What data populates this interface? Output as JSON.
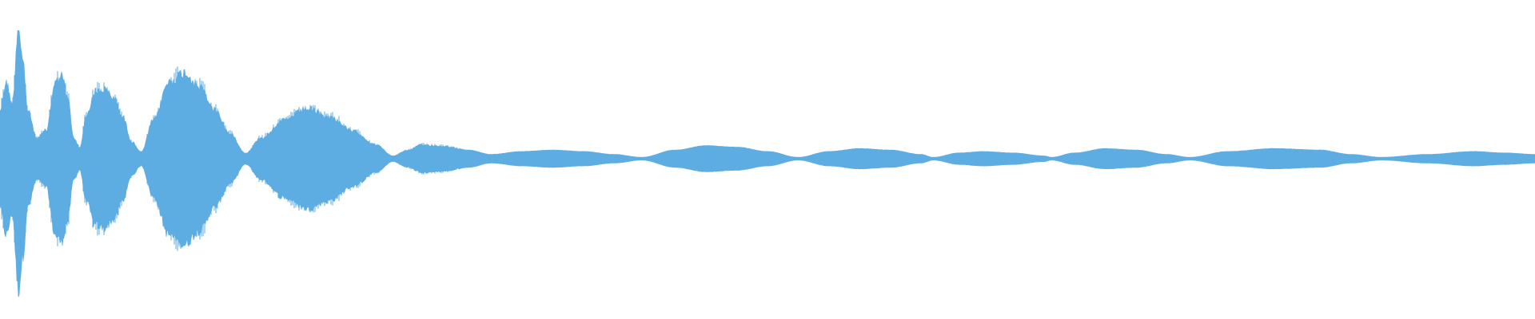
{
  "waveform": {
    "color": "#5dade2",
    "background": "#ffffff",
    "description_of_shape": "audio amplitude envelope, decaying beating pattern",
    "envelope": [
      [
        0.0,
        0.35
      ],
      [
        0.004,
        0.55
      ],
      [
        0.008,
        0.4
      ],
      [
        0.012,
        0.95
      ],
      [
        0.015,
        0.7
      ],
      [
        0.018,
        0.35
      ],
      [
        0.024,
        0.15
      ],
      [
        0.03,
        0.2
      ],
      [
        0.036,
        0.55
      ],
      [
        0.04,
        0.6
      ],
      [
        0.044,
        0.45
      ],
      [
        0.048,
        0.15
      ],
      [
        0.052,
        0.08
      ],
      [
        0.056,
        0.3
      ],
      [
        0.062,
        0.48
      ],
      [
        0.068,
        0.5
      ],
      [
        0.074,
        0.44
      ],
      [
        0.08,
        0.3
      ],
      [
        0.086,
        0.12
      ],
      [
        0.092,
        0.05
      ],
      [
        0.1,
        0.28
      ],
      [
        0.11,
        0.55
      ],
      [
        0.12,
        0.62
      ],
      [
        0.13,
        0.52
      ],
      [
        0.14,
        0.35
      ],
      [
        0.15,
        0.18
      ],
      [
        0.16,
        0.04
      ],
      [
        0.17,
        0.15
      ],
      [
        0.185,
        0.28
      ],
      [
        0.2,
        0.36
      ],
      [
        0.215,
        0.3
      ],
      [
        0.23,
        0.2
      ],
      [
        0.245,
        0.1
      ],
      [
        0.256,
        0.02
      ],
      [
        0.265,
        0.06
      ],
      [
        0.275,
        0.1
      ],
      [
        0.29,
        0.09
      ],
      [
        0.305,
        0.06
      ],
      [
        0.32,
        0.03
      ],
      [
        0.34,
        0.05
      ],
      [
        0.36,
        0.06
      ],
      [
        0.38,
        0.05
      ],
      [
        0.4,
        0.03
      ],
      [
        0.418,
        0.01
      ],
      [
        0.44,
        0.06
      ],
      [
        0.46,
        0.09
      ],
      [
        0.48,
        0.08
      ],
      [
        0.5,
        0.05
      ],
      [
        0.52,
        0.01
      ],
      [
        0.54,
        0.05
      ],
      [
        0.56,
        0.07
      ],
      [
        0.58,
        0.06
      ],
      [
        0.6,
        0.03
      ],
      [
        0.608,
        0.01
      ],
      [
        0.625,
        0.04
      ],
      [
        0.64,
        0.05
      ],
      [
        0.66,
        0.04
      ],
      [
        0.68,
        0.02
      ],
      [
        0.685,
        0.01
      ],
      [
        0.7,
        0.04
      ],
      [
        0.72,
        0.07
      ],
      [
        0.74,
        0.06
      ],
      [
        0.76,
        0.03
      ],
      [
        0.775,
        0.01
      ],
      [
        0.8,
        0.05
      ],
      [
        0.83,
        0.07
      ],
      [
        0.86,
        0.06
      ],
      [
        0.88,
        0.03
      ],
      [
        0.9,
        0.01
      ],
      [
        0.93,
        0.03
      ],
      [
        0.96,
        0.05
      ],
      [
        0.98,
        0.04
      ],
      [
        1.0,
        0.03
      ]
    ]
  }
}
